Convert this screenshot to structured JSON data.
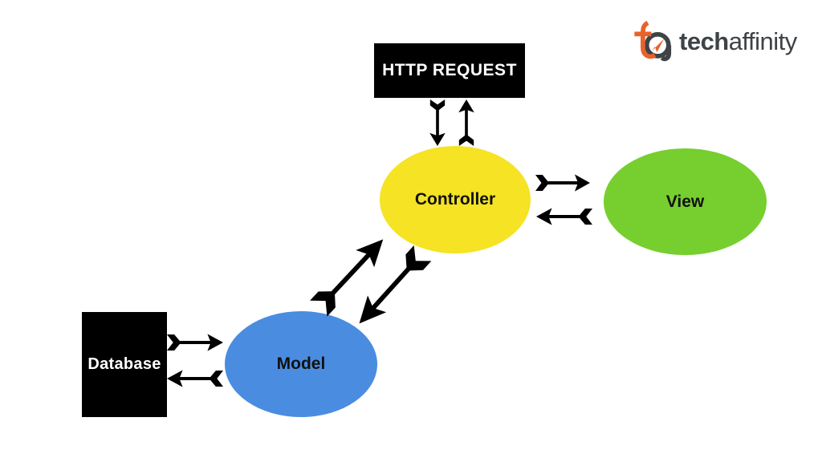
{
  "nodes": {
    "http_request": {
      "label": "HTTP REQUEST"
    },
    "controller": {
      "label": "Controller"
    },
    "view": {
      "label": "View"
    },
    "model": {
      "label": "Model"
    },
    "database": {
      "label": "Database"
    }
  },
  "edges": [
    {
      "from": "HTTP REQUEST",
      "to": "Controller",
      "direction": "bidirectional"
    },
    {
      "from": "Controller",
      "to": "View",
      "direction": "bidirectional"
    },
    {
      "from": "Model",
      "to": "Controller",
      "direction": "bidirectional"
    },
    {
      "from": "Database",
      "to": "Model",
      "direction": "bidirectional"
    }
  ],
  "logo": {
    "brand_bold": "tech",
    "brand_light": "affinity"
  },
  "colors": {
    "controller-fill": "#F5E324",
    "view-fill": "#76CF2E",
    "model-fill": "#4A8DE0",
    "box-fill": "#000000",
    "box-text": "#FFFFFF",
    "node-text": "#111111",
    "arrow": "#000000",
    "logo-orange": "#E8622A",
    "logo-gray": "#3E4347"
  }
}
